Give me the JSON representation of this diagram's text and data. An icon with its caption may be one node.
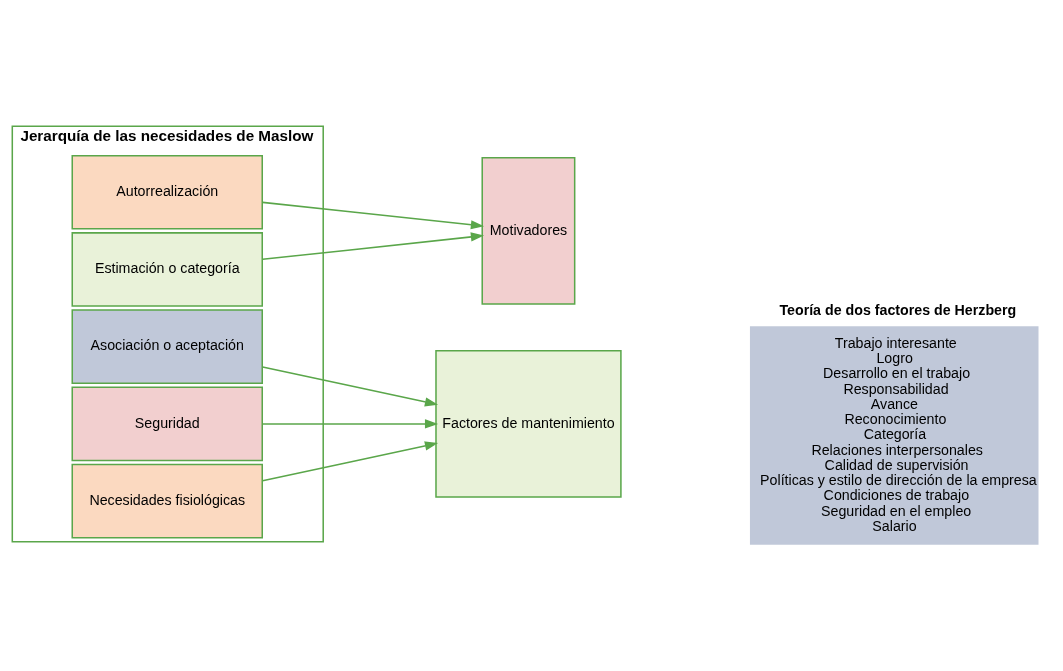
{
  "diagram": {
    "nodes": [
      {
        "text": [
          "Jerarquía de las necesidades de Maslow"
        ]
      },
      {
        "text": [
          "Autorrealización"
        ],
        "in": 0
      },
      {
        "text": [
          "Estimación o categoría"
        ],
        "in": 0
      },
      {
        "text": [
          "Asociación o aceptación"
        ],
        "in": 0
      },
      {
        "text": [
          "Seguridad"
        ],
        "in": 0
      },
      {
        "text": [
          "Necesidades fisiológicas"
        ],
        "in": 0
      },
      {
        "text": [
          "Motivadores"
        ]
      },
      {
        "text": [
          "Factores de mantenimiento"
        ]
      },
      {
        "text": [
          "Teoría de dos factores de Herzberg",
          "Trabajo interesante",
          "Logro",
          "Desarrollo en el trabajo",
          "Responsabilidad",
          "Avance",
          "Reconocimiento",
          "Categoría",
          "Relaciones interpersonales",
          "Calidad de supervisión",
          "Políticas y estilo de dirección de la empresa",
          "Condiciones de trabajo",
          "Seguridad en el empleo",
          "Salario"
        ]
      }
    ],
    "edges": [
      {
        "from": 1,
        "to": 6,
        "arrow": "to"
      },
      {
        "from": 2,
        "to": 6,
        "arrow": "to"
      },
      {
        "from": 3,
        "to": 7,
        "arrow": "to"
      },
      {
        "from": 4,
        "to": 7,
        "arrow": "to"
      },
      {
        "from": 5,
        "to": 7,
        "arrow": "to"
      }
    ]
  }
}
